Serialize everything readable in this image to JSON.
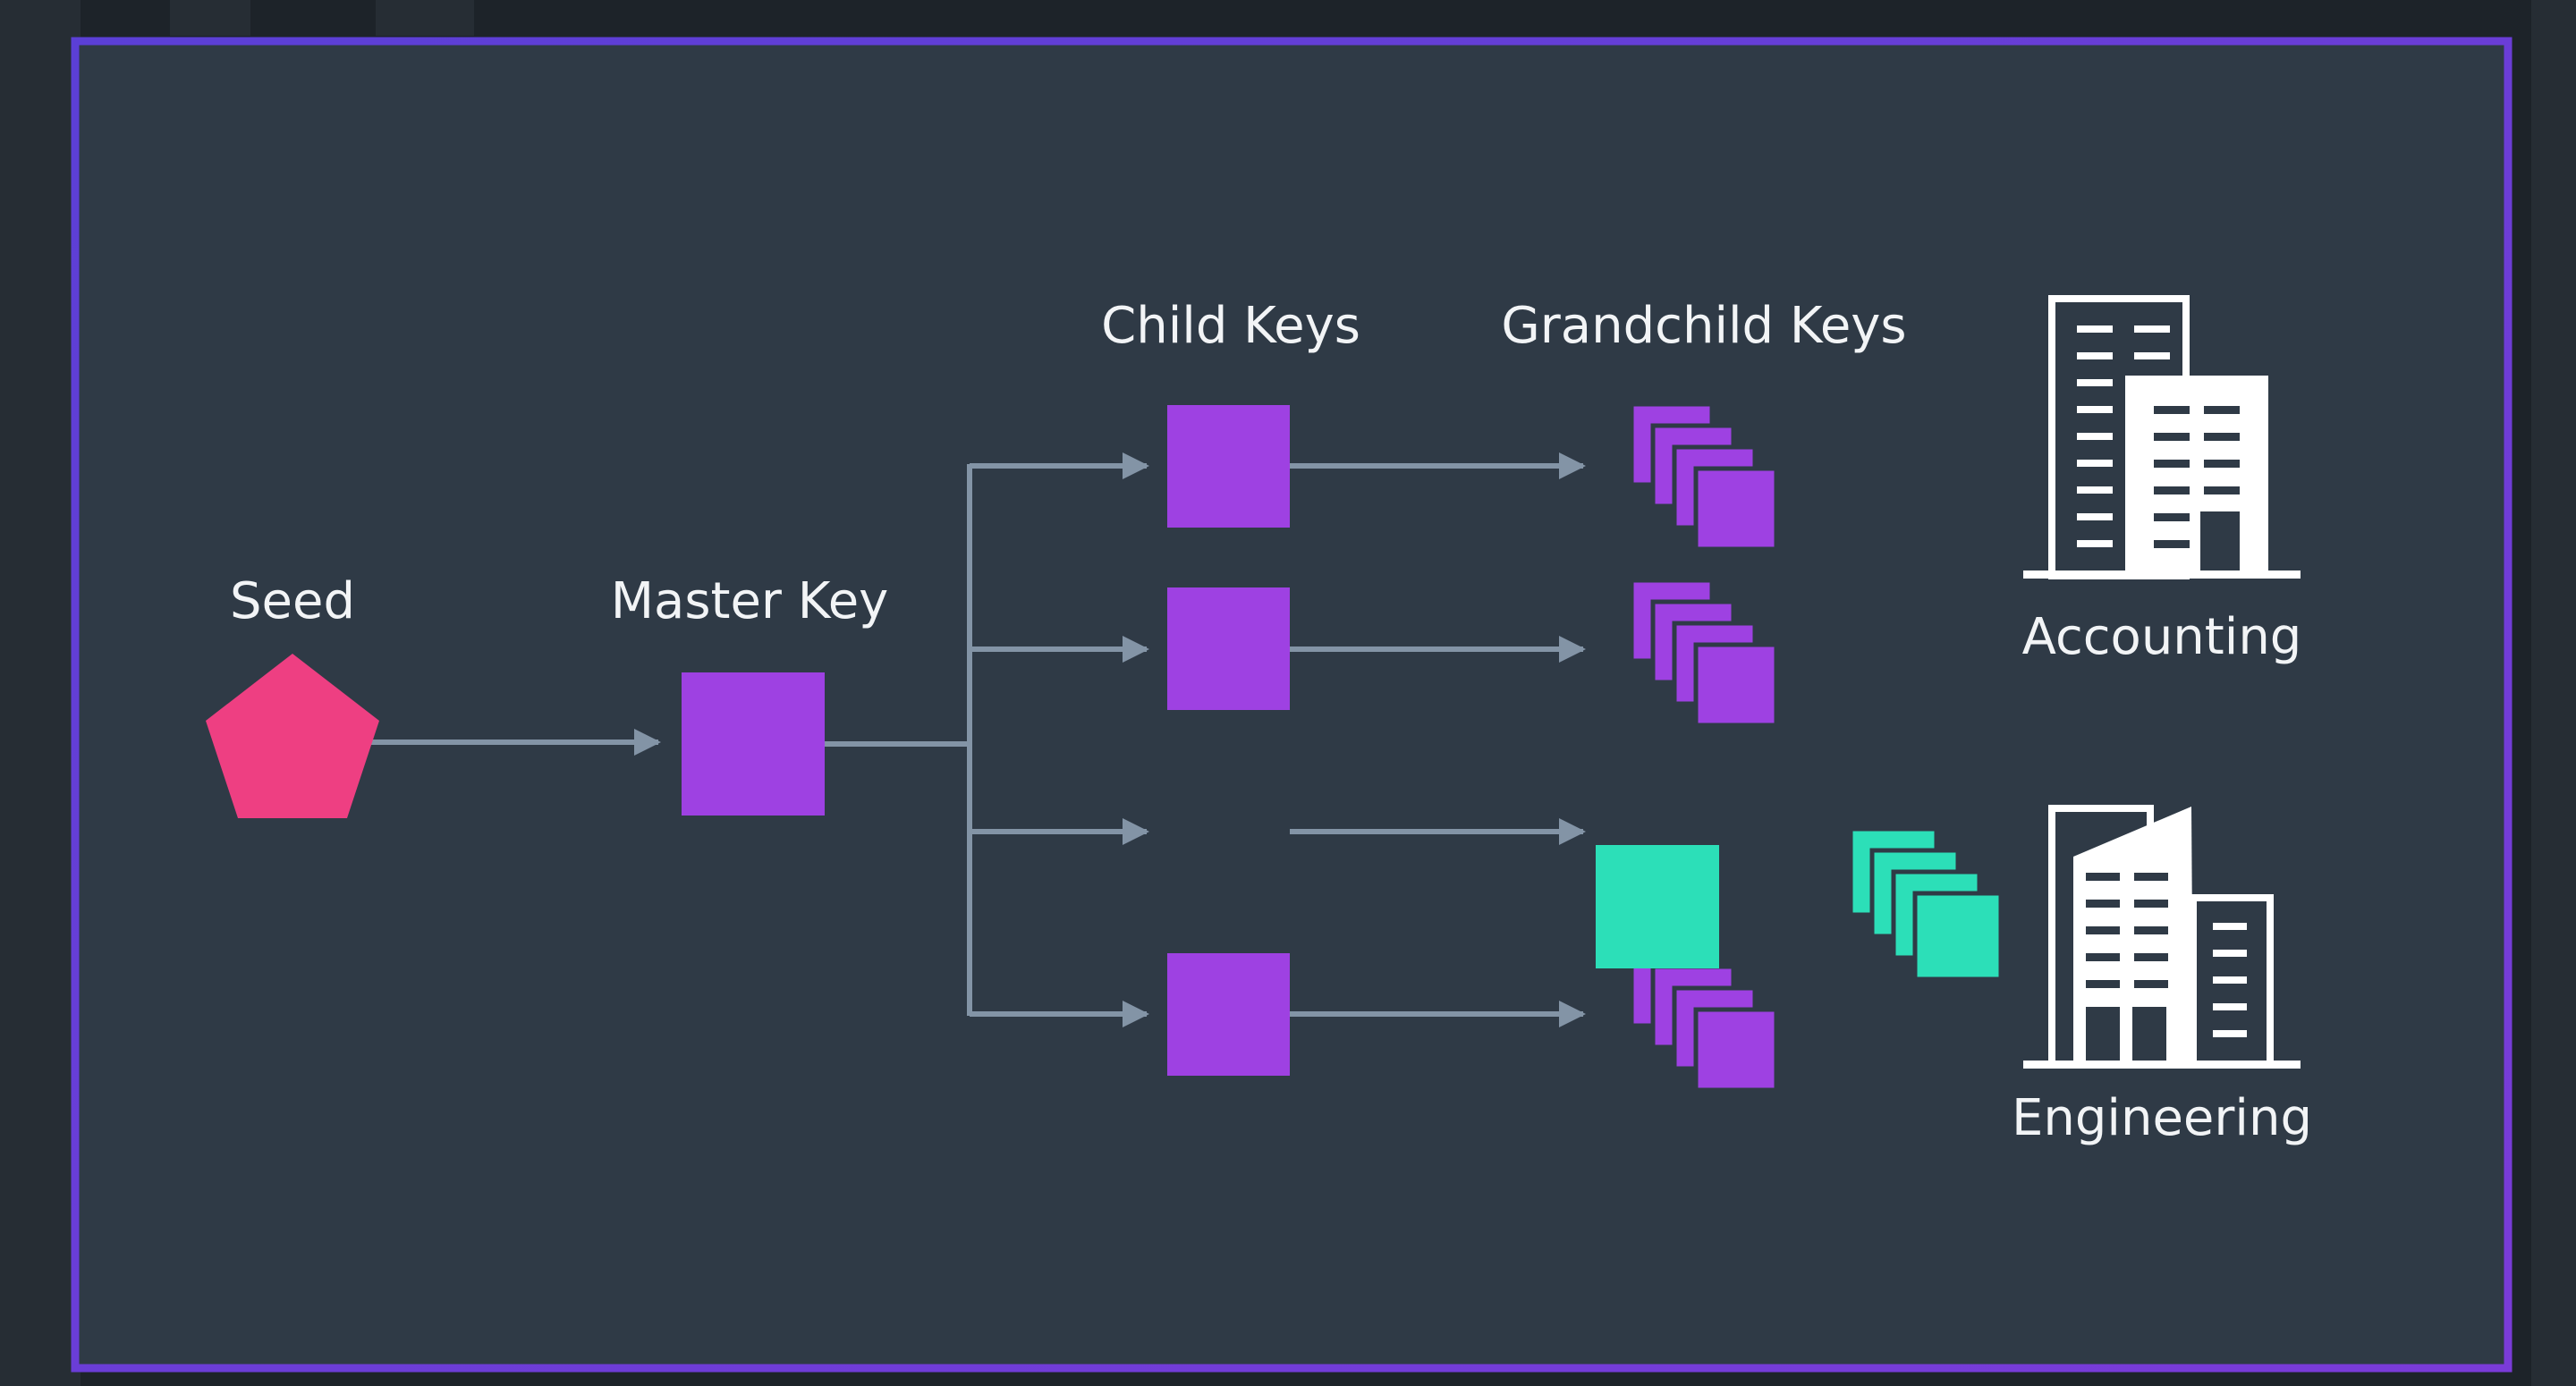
{
  "labels": {
    "seed": "Seed",
    "master_key": "Master Key",
    "child_keys": "Child Keys",
    "grandchild_keys": "Grandchild Keys",
    "accounting": "Accounting",
    "engineering": "Engineering"
  },
  "colors": {
    "background": "#1d2329",
    "panel": "#2f3a46",
    "frame": "#6a3fd0",
    "arrow": "#8394a6",
    "seed": "#ee3f82",
    "key": "#9e41e2",
    "highlight": "#2cdfb8",
    "building": "#ffffff"
  },
  "icons": {
    "seed": "pentagon",
    "key": "square",
    "key_group": "stacked-squares",
    "department": "office-building"
  }
}
